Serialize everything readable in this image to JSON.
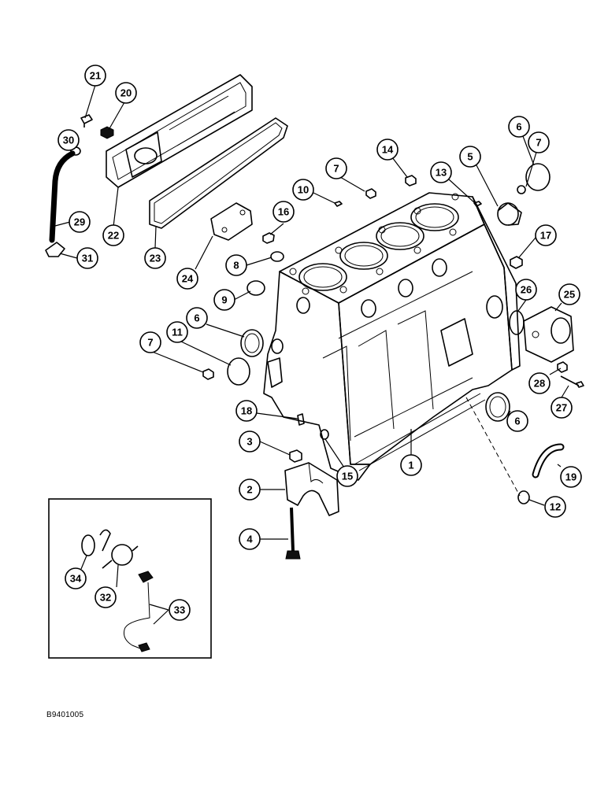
{
  "figure_code": "B9401005",
  "callouts": [
    {
      "label": "1"
    },
    {
      "label": "2"
    },
    {
      "label": "3"
    },
    {
      "label": "4"
    },
    {
      "label": "5"
    },
    {
      "label": "6"
    },
    {
      "label": "6"
    },
    {
      "label": "6"
    },
    {
      "label": "7"
    },
    {
      "label": "7"
    },
    {
      "label": "7"
    },
    {
      "label": "8"
    },
    {
      "label": "9"
    },
    {
      "label": "10"
    },
    {
      "label": "11"
    },
    {
      "label": "12"
    },
    {
      "label": "13"
    },
    {
      "label": "14"
    },
    {
      "label": "15"
    },
    {
      "label": "16"
    },
    {
      "label": "17"
    },
    {
      "label": "18"
    },
    {
      "label": "19"
    },
    {
      "label": "20"
    },
    {
      "label": "21"
    },
    {
      "label": "22"
    },
    {
      "label": "23"
    },
    {
      "label": "24"
    },
    {
      "label": "25"
    },
    {
      "label": "26"
    },
    {
      "label": "27"
    },
    {
      "label": "28"
    },
    {
      "label": "29"
    },
    {
      "label": "30"
    },
    {
      "label": "31"
    },
    {
      "label": "32"
    },
    {
      "label": "33"
    },
    {
      "label": "34"
    }
  ]
}
